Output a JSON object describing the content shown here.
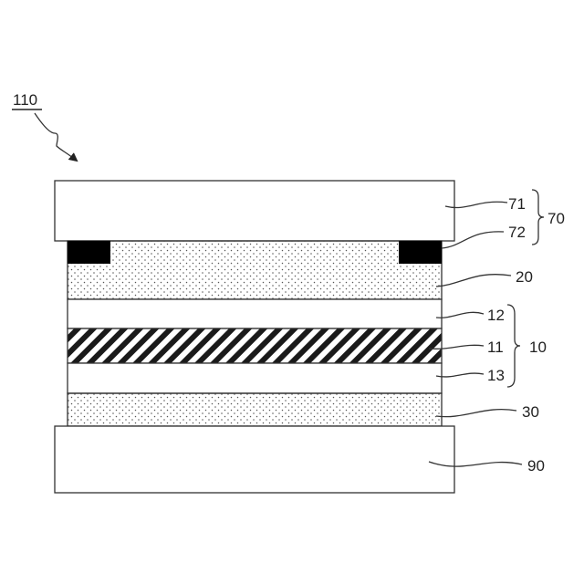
{
  "figure": {
    "ref_label": "110",
    "labels": {
      "l71": "71",
      "l72": "72",
      "l70": "70",
      "l20": "20",
      "l12": "12",
      "l11": "11",
      "l10": "10",
      "l13": "13",
      "l30": "30",
      "l90": "90"
    }
  },
  "colors": {
    "line": "#333333",
    "dots": "#555555",
    "seal": "#000000",
    "background": "#ffffff"
  }
}
